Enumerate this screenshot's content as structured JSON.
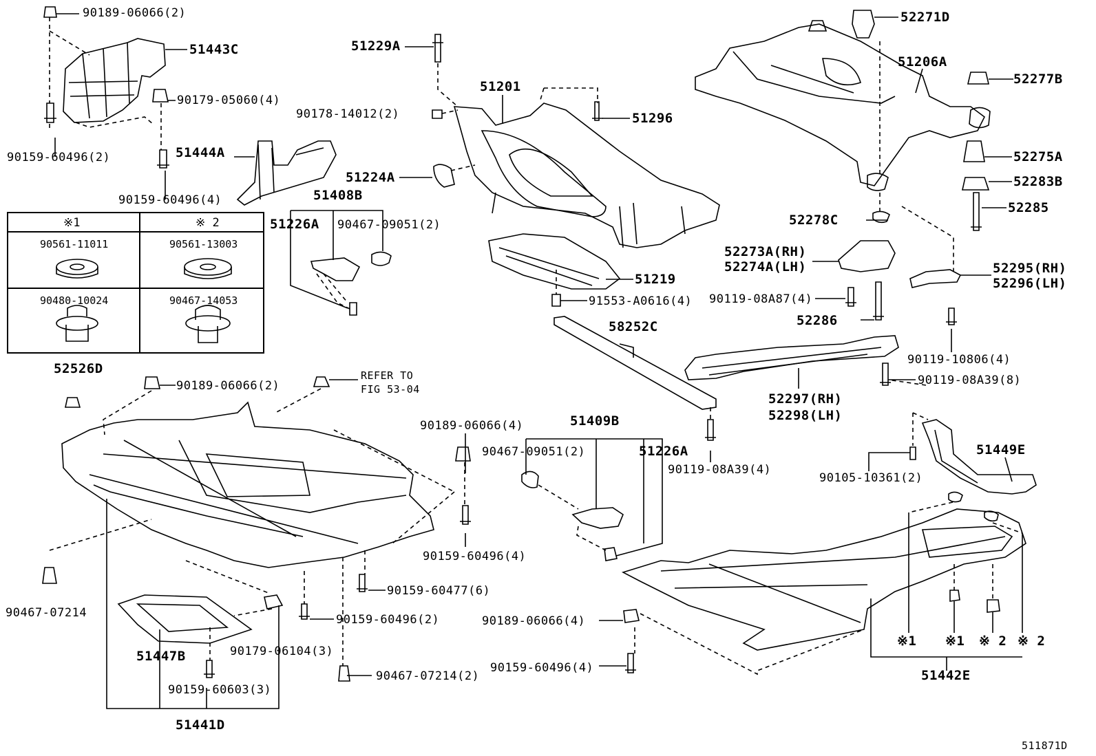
{
  "diagram_id": "511871D",
  "legend": {
    "headers": [
      "※1",
      "※ 2"
    ],
    "rows": [
      [
        "90561-11011",
        "90561-13003"
      ],
      [
        "90480-10024",
        "90467-14053"
      ]
    ]
  },
  "labels": {
    "p90189_06066_2a": "90189-06066(2)",
    "p51443C": "51443C",
    "p90179_05060_4": "90179-05060(4)",
    "p90159_60496_2a": "90159-60496(2)",
    "p51444A": "51444A",
    "p90159_60496_4a": "90159-60496(4)",
    "p51229A": "51229A",
    "p51201": "51201",
    "p90178_14012_2": "90178-14012(2)",
    "p51296": "51296",
    "p51224A": "51224A",
    "p51408B": "51408B",
    "p51226Aa": "51226A",
    "p90467_09051_2a": "90467-09051(2)",
    "p51219": "51219",
    "p91553_A0616_4": "91553-A0616(4)",
    "p58252C": "58252C",
    "p52271D": "52271D",
    "p51206A": "51206A",
    "p52277B": "52277B",
    "p52275A": "52275A",
    "p52283B": "52283B",
    "p52285": "52285",
    "p52278C": "52278C",
    "p52273A": "52273A(RH)",
    "p52274A": "52274A(LH)",
    "p90119_08A87_4": "90119-08A87(4)",
    "p52286": "52286",
    "p52295": "52295(RH)",
    "p52296": "52296(LH)",
    "p90119_10806_4": "90119-10806(4)",
    "p90119_08A39_8": "90119-08A39(8)",
    "p52297": "52297(RH)",
    "p52298": "52298(LH)",
    "p90119_08A39_4": "90119-08A39(4)",
    "p52526D": "52526D",
    "p90189_06066_2b": "90189-06066(2)",
    "refer1": "REFER TO",
    "refer2": "FIG 53-04",
    "p90189_06066_4a": "90189-06066(4)",
    "p51409B": "51409B",
    "p90467_09051_2b": "90467-09051(2)",
    "p51226Ab": "51226A",
    "p90159_60496_4b": "90159-60496(4)",
    "p90159_60477_6": "90159-60477(6)",
    "p90467_07214": "90467-07214",
    "p90159_60496_2b": "90159-60496(2)",
    "p90179_06104_3": "90179-06104(3)",
    "p51447B": "51447B",
    "p90159_60603_3": "90159-60603(3)",
    "p90467_07214_2": "90467-07214(2)",
    "p51441D": "51441D",
    "p90105_10361_2": "90105-10361(2)",
    "p51449E": "51449E",
    "p90189_06066_4b": "90189-06066(4)",
    "p90159_60496_4c": "90159-60496(4)",
    "m1a": "※1",
    "m1b": "※1",
    "m2a": "※ 2",
    "m2b": "※ 2",
    "p51442E": "51442E"
  }
}
